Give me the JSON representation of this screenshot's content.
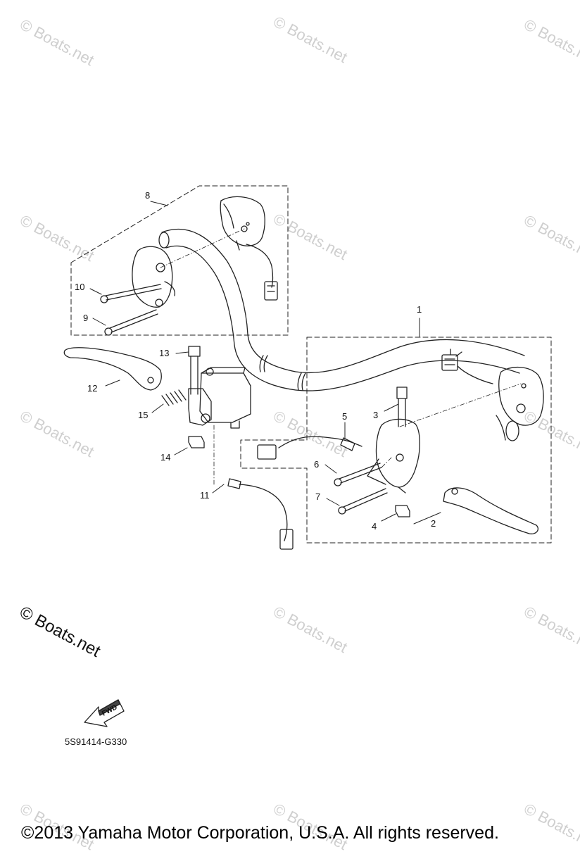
{
  "watermark_text": "© Boats.net",
  "callouts": [
    {
      "id": "c1",
      "label": "1"
    },
    {
      "id": "c2",
      "label": "2"
    },
    {
      "id": "c3",
      "label": "3"
    },
    {
      "id": "c4",
      "label": "4"
    },
    {
      "id": "c5",
      "label": "5"
    },
    {
      "id": "c6",
      "label": "6"
    },
    {
      "id": "c7",
      "label": "7"
    },
    {
      "id": "c8",
      "label": "8"
    },
    {
      "id": "c9",
      "label": "9"
    },
    {
      "id": "c10",
      "label": "10"
    },
    {
      "id": "c11",
      "label": "11"
    },
    {
      "id": "c12",
      "label": "12"
    },
    {
      "id": "c13",
      "label": "13"
    },
    {
      "id": "c14",
      "label": "14"
    },
    {
      "id": "c15",
      "label": "15"
    }
  ],
  "fwd_label": "FWD",
  "diagram_code": "5S91414-G330",
  "copyright": "©2013 Yamaha Motor Corporation, U.S.A. All rights reserved."
}
